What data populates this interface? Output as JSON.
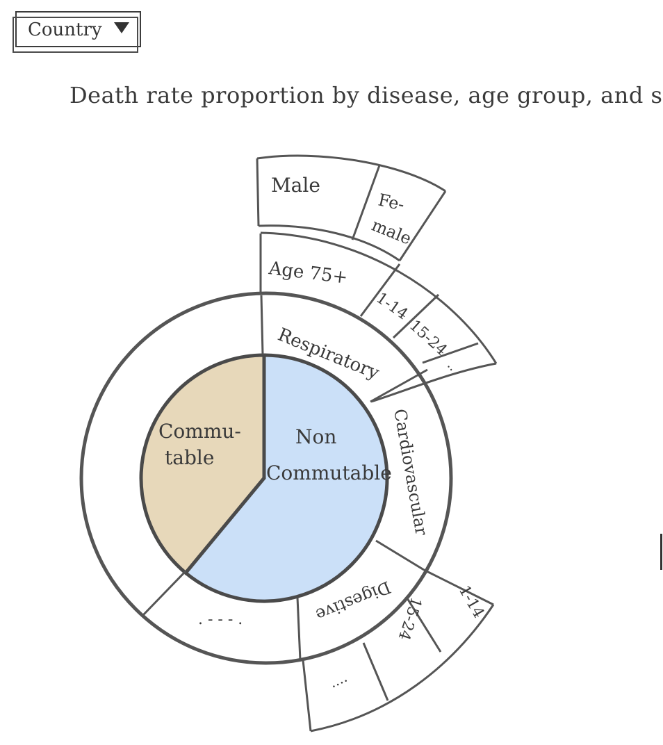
{
  "filter": {
    "label": "Country",
    "arrow_icon": "dropdown-triangle-icon"
  },
  "title": "Death rate proportion by disease, age group, and sex",
  "colors": {
    "communicable": "#e7d8ba",
    "non_communicable": "#cbe0f8",
    "line": "#4a4a4a"
  },
  "inner_ring": [
    {
      "label_lines": [
        "Commu-",
        "table"
      ],
      "proportion": 0.39
    },
    {
      "label_lines": [
        "Non",
        "Commutable"
      ],
      "proportion": 0.61
    }
  ],
  "disease_ring": {
    "respiratory": "Respiratory",
    "cardiovascular": "Cardiovascular",
    "digestive": "Digestive",
    "more": ". - - - ."
  },
  "age_ring_top": {
    "age75": "Age 75+",
    "a1_14": "1-14",
    "a15_24": "15-24",
    "more": ".."
  },
  "sex_ring": {
    "male": "Male",
    "female_lines": [
      "Fe-",
      "male"
    ]
  },
  "age_ring_bottom": {
    "a1_14": "1-14",
    "a15_24": "15-24",
    "more": "...."
  }
}
